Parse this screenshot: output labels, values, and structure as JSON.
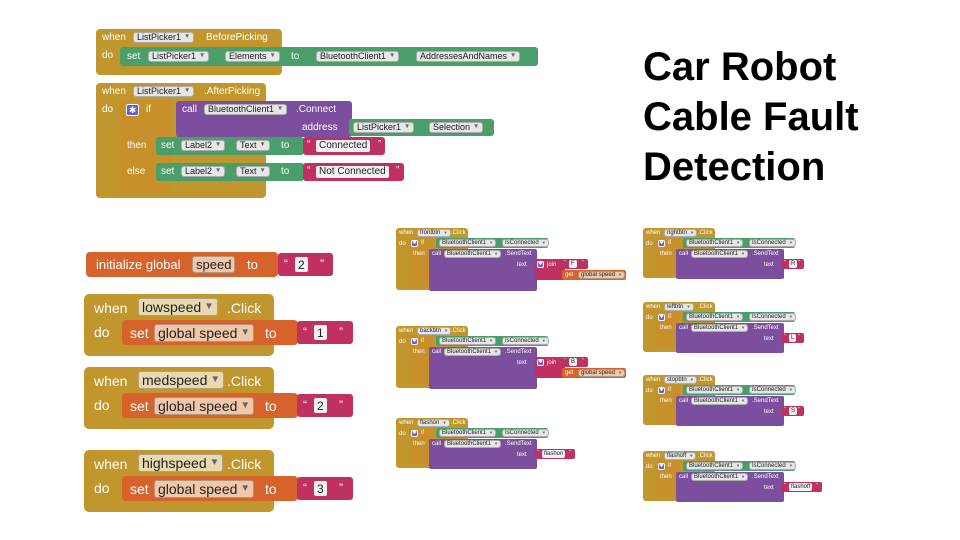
{
  "title": {
    "line1": "Car Robot",
    "line2": "Cable Fault",
    "line3": "Detection"
  },
  "kw": {
    "when": "when",
    "do": "do",
    "set": "set",
    "to": "to",
    "if": "if",
    "then": "then",
    "else": "else",
    "call": "call",
    "address": "address",
    "text": "text",
    "join": "join",
    "initialize_global": "initialize global",
    "q": "“",
    "qc": "”",
    "dot": "."
  },
  "before_picking": {
    "component": "ListPicker1",
    "event": "BeforePicking",
    "target": "ListPicker1",
    "prop": "Elements",
    "source": "BluetoothClient1",
    "source_prop": "AddressesAndNames"
  },
  "after_picking": {
    "component": "ListPicker1",
    "event": ".AfterPicking",
    "client": "BluetoothClient1",
    "method": ".Connect",
    "addr_comp": "ListPicker1",
    "addr_prop": "Selection",
    "label": "Label2",
    "label_prop": "Text",
    "connected": "Connected",
    "not_connected": "Not Connected"
  },
  "speed_init": {
    "var": "speed",
    "value": "2"
  },
  "speed_buttons": [
    {
      "button": "lowspeed",
      "event": ".Click",
      "var": "global speed",
      "value": "1"
    },
    {
      "button": "medspeed",
      "event": ".Click",
      "var": "global speed",
      "value": "2"
    },
    {
      "button": "highspeed",
      "event": ".Click",
      "var": "global speed",
      "value": "3"
    }
  ],
  "small_common": {
    "click": ".Click",
    "client": "BluetoothClient1",
    "connected_prop": "IsConnected",
    "send_method": ".SendText",
    "global_speed": "global speed"
  },
  "small_blocks": [
    {
      "button": "frontbtn",
      "send_value": "F",
      "joined": true
    },
    {
      "button": "backbtn",
      "send_value": "B",
      "joined": true
    },
    {
      "button": "flashon",
      "send_value": "flashon",
      "joined": false
    },
    {
      "button": "rightbtn",
      "send_value": "R",
      "joined": false
    },
    {
      "button": "leftbtn",
      "send_value": "L",
      "joined": false
    },
    {
      "button": "stopbtn",
      "send_value": "S",
      "joined": false
    },
    {
      "button": "flashoff",
      "send_value": "flashoff",
      "joined": false
    }
  ],
  "colors": {
    "event": "#c1962d",
    "logic": "#7b4f9d",
    "property": "#4a9e6a",
    "text": "#c03060",
    "variable": "#d6632c"
  }
}
